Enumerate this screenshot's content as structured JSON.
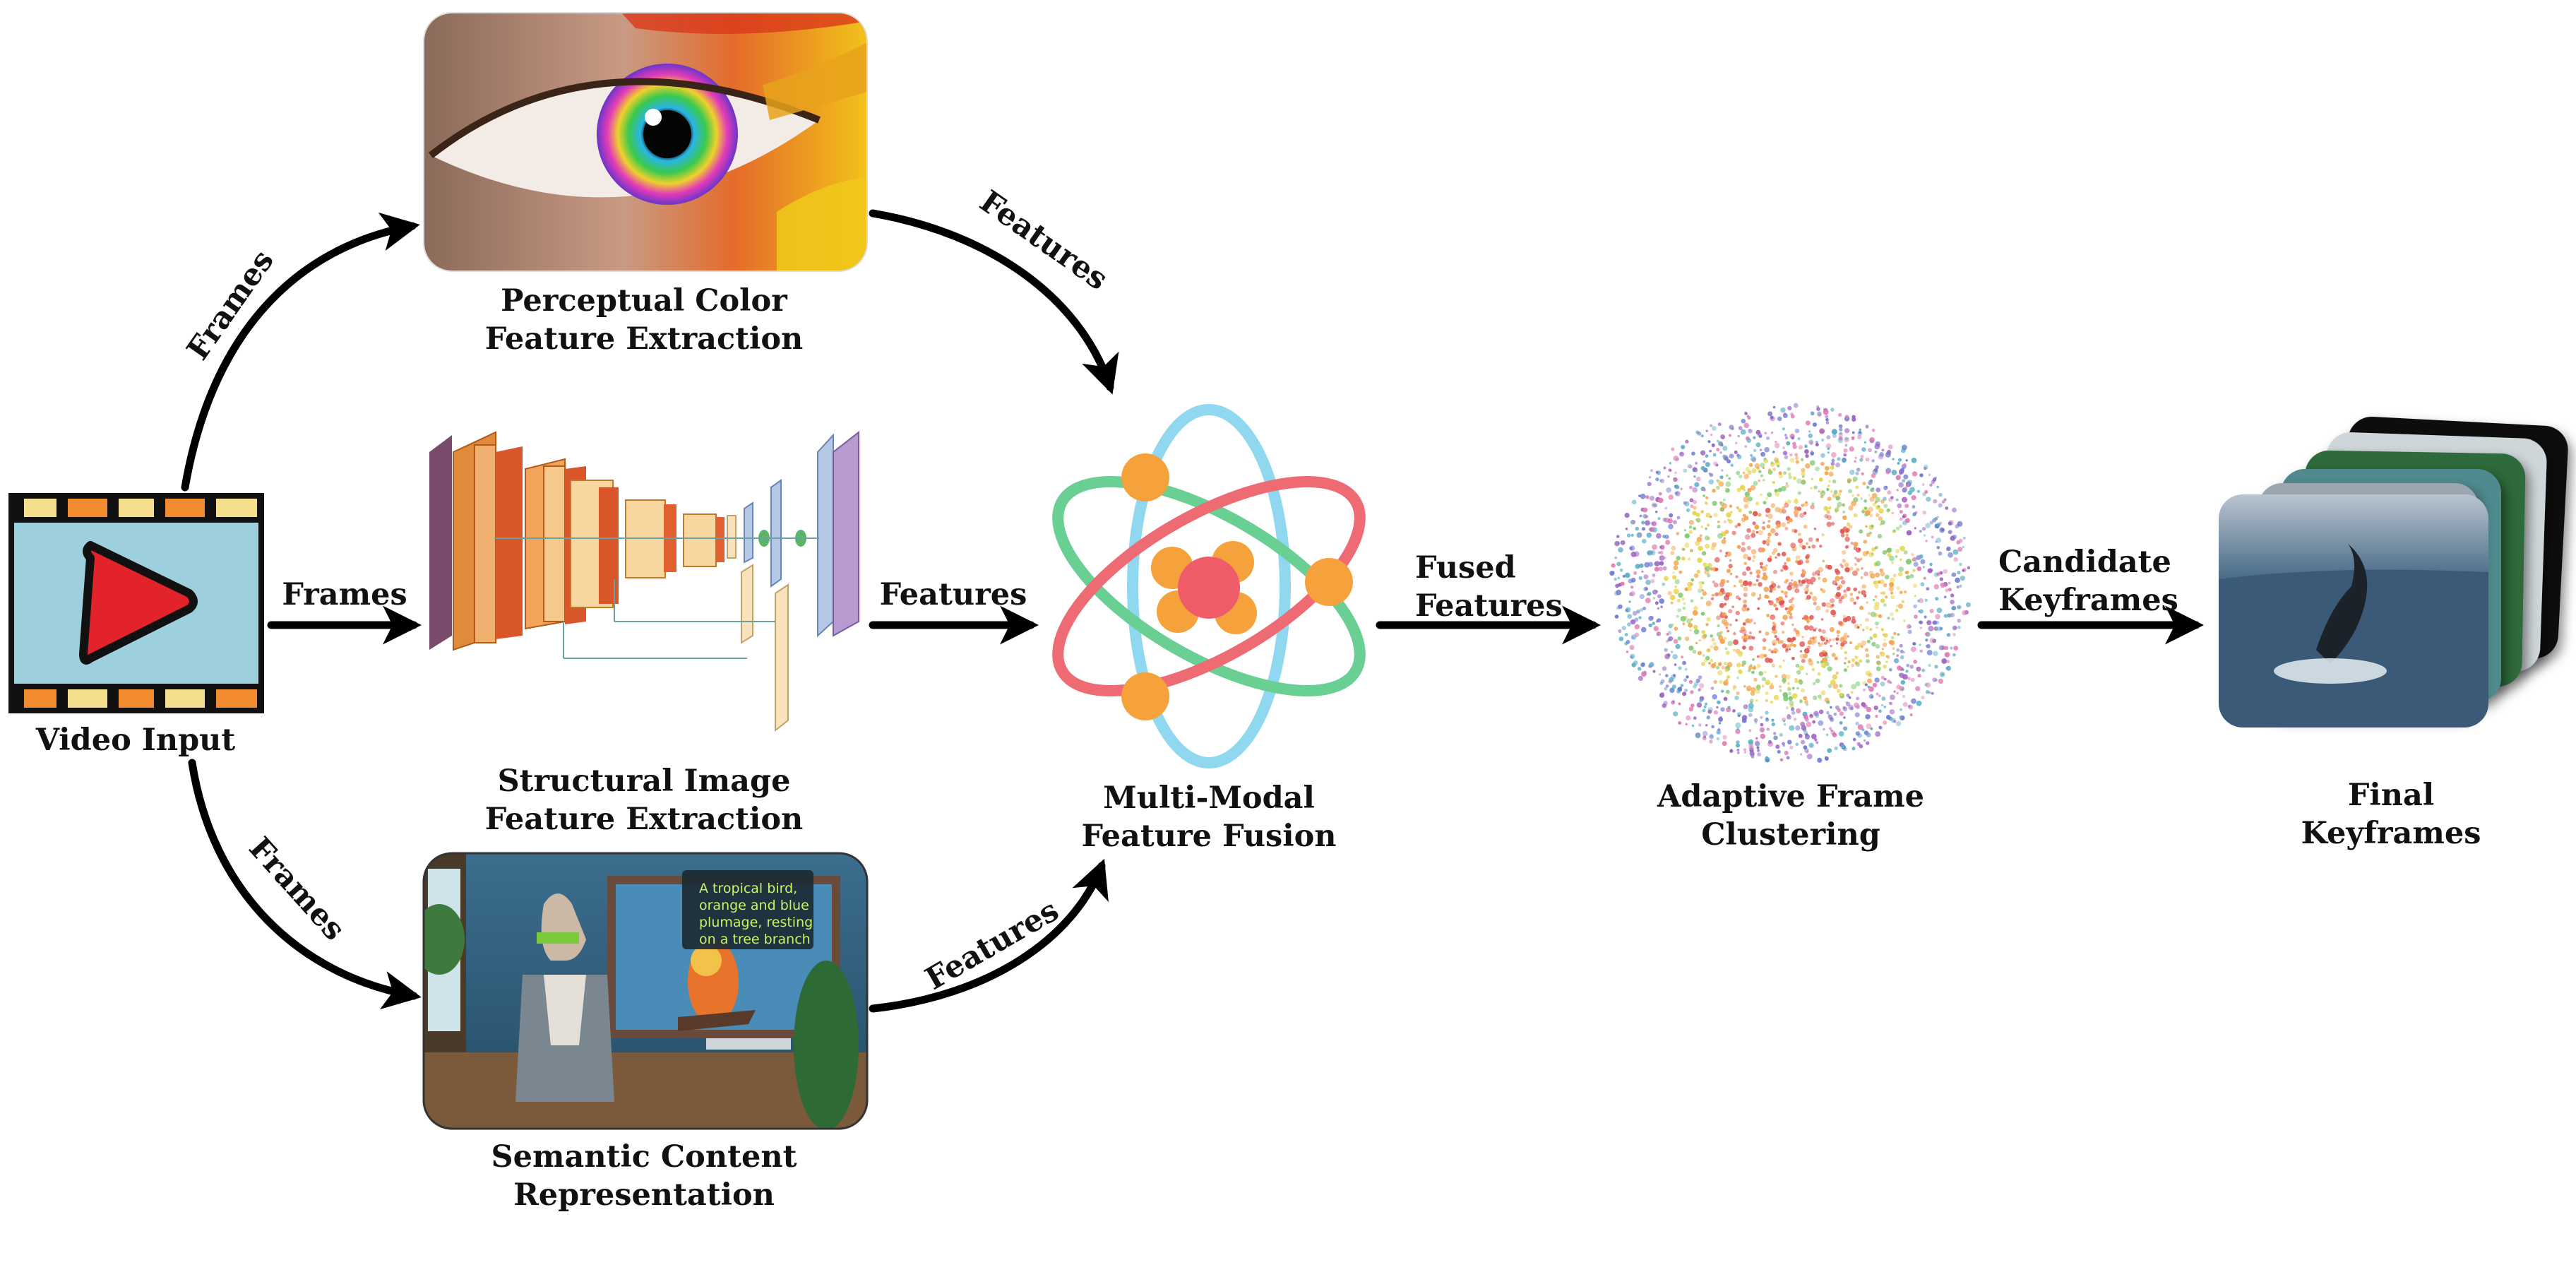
{
  "nodes": {
    "video_input": "Video Input",
    "color_line1": "Perceptual Color",
    "color_line2": "Feature Extraction",
    "struct_line1": "Structural Image",
    "struct_line2": "Feature Extraction",
    "semantic_line1": "Semantic Content",
    "semantic_line2": "Representation",
    "fusion_line1": "Multi-Modal",
    "fusion_line2": "Feature Fusion",
    "cluster_line1": "Adaptive Frame",
    "cluster_line2": "Clustering",
    "final_line1": "Final",
    "final_line2": "Keyframes"
  },
  "arrows": {
    "frames_top": "Frames",
    "frames_mid": "Frames",
    "frames_bottom": "Frames",
    "features_top": "Features",
    "features_mid": "Features",
    "features_bottom": "Features",
    "fused_line1": "Fused",
    "fused_line2": "Features",
    "candidate_line1": "Candidate",
    "candidate_line2": "Keyframes"
  },
  "semantic_caption": [
    "A tropical bird,",
    "orange and blue",
    "plumage, resting",
    "on a tree branch"
  ],
  "colors": {
    "arrow": "#000000",
    "film_body": "#9ecfdd",
    "film_hole_a": "#f5de8c",
    "film_hole_b": "#f28a2e",
    "play": "#e3232b",
    "atom_orbit_blue": "#8fd8ef",
    "atom_orbit_green": "#6acf93",
    "atom_orbit_red": "#ee6b73",
    "atom_electron": "#f6a23c",
    "atom_nucleus": "#f27a5a"
  },
  "icons": [
    "film-strip-icon",
    "play-icon",
    "atom-icon"
  ]
}
